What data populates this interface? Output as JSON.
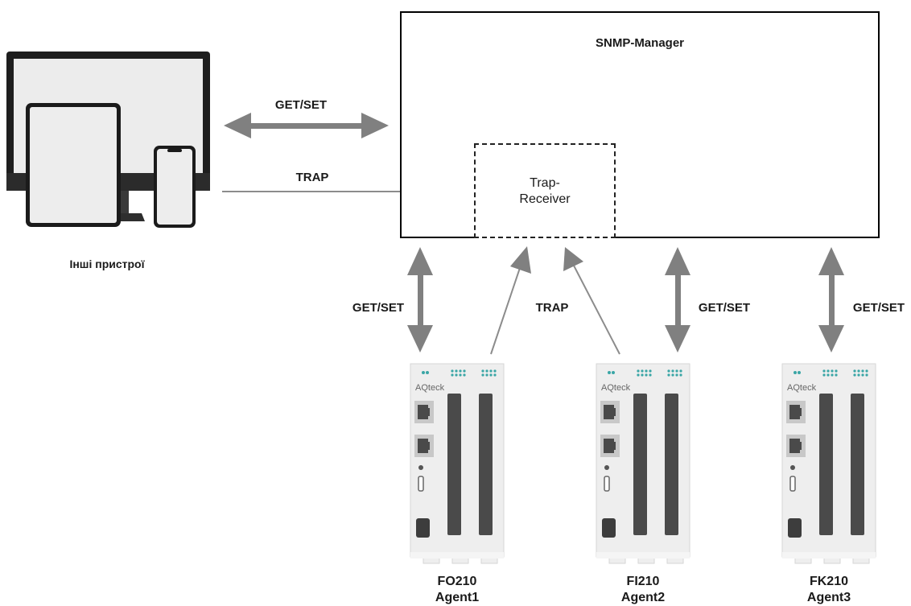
{
  "manager": {
    "title": "SNMP-Manager"
  },
  "trap_receiver": {
    "line1": "Trap-",
    "line2": "Receiver"
  },
  "other_devices": {
    "label": "Інші пристрої"
  },
  "links": {
    "other_getset": "GET/SET",
    "other_trap": "TRAP",
    "agent1_getset": "GET/SET",
    "agents_trap": "TRAP",
    "agent2_getset": "GET/SET",
    "agent3_getset": "GET/SET"
  },
  "agents": [
    {
      "model": "FO210",
      "name": "Agent1",
      "brand": "AQteck"
    },
    {
      "model": "FI210",
      "name": "Agent2",
      "brand": "AQteck"
    },
    {
      "model": "FK210",
      "name": "Agent3",
      "brand": "AQteck"
    }
  ],
  "colors": {
    "arrow": "#808080",
    "line": "#8c8c8c",
    "led": "#3aa6a6",
    "module_body": "#eeeeee",
    "slot": "#4a4a4a"
  }
}
